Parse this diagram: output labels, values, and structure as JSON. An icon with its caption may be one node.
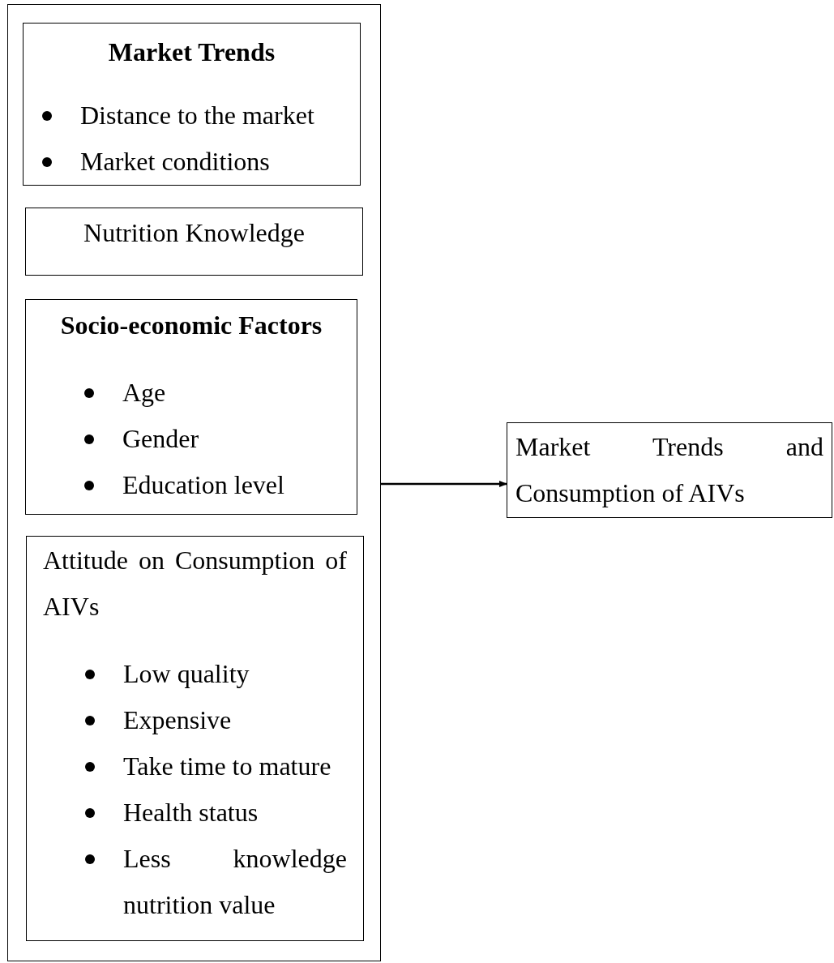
{
  "diagram": {
    "nodes": [
      {
        "text": [],
        "shape": "box"
      },
      {
        "text": [
          "Market Trends",
          "Distance to the market",
          "Market conditions"
        ],
        "in": 0
      },
      {
        "text": [
          "Nutrition Knowledge"
        ],
        "in": 0
      },
      {
        "text": [
          "Socio-economic Factors",
          "Age",
          "Gender",
          "Education level"
        ],
        "in": 0
      },
      {
        "text": [
          "Attitude on Consumption of AIVs",
          "Low quality",
          "Expensive",
          "Take time to mature",
          "Health status",
          "Less knowledge nutrition value"
        ],
        "in": 0
      },
      {
        "text": [
          "Market Trends and Consumption of AIVs"
        ]
      }
    ],
    "edges": [
      {
        "from": 0,
        "to": 5,
        "arrow": "to"
      }
    ]
  }
}
